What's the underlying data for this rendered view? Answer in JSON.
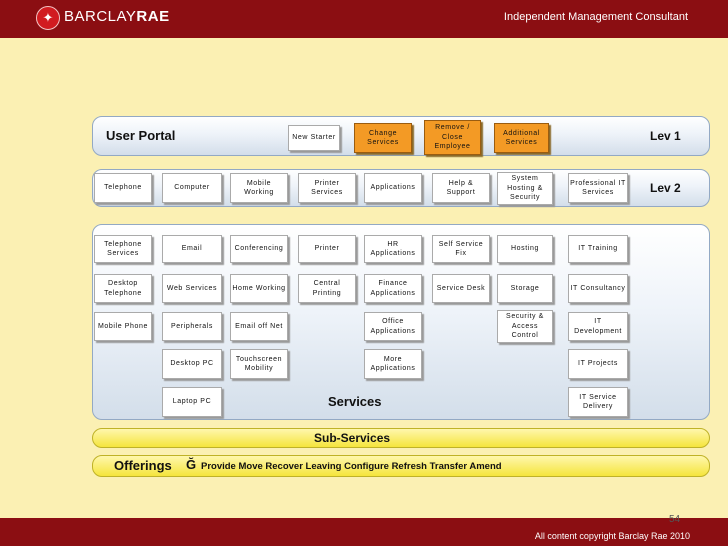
{
  "header": {
    "brand_light": "BARCLAY",
    "brand_bold": "RAE",
    "tagline": "Independent Management Consultant"
  },
  "user_portal": {
    "label": "User Portal",
    "level": "Lev 1",
    "items": [
      "New Starter",
      "Change Services",
      "Remove / Close Employee",
      "Additional Services"
    ]
  },
  "level2": {
    "level": "Lev 2",
    "items": [
      "Telephone",
      "Computer",
      "Mobile Working",
      "Printer Services",
      "Applications",
      "Help & Support",
      "System Hosting & Security",
      "Professional IT Services"
    ]
  },
  "services": {
    "label": "Services",
    "items": [
      "Telephone Services",
      "Email",
      "Conferencing",
      "Printer",
      "HR Applications",
      "Self Service Fix",
      "Hosting",
      "IT Training",
      "Desktop Telephone",
      "Web Services",
      "Home Working",
      "Central Printing",
      "Finance Applications",
      "Service Desk",
      "Storage",
      "IT Consultancy",
      "Mobile Phone",
      "Peripherals",
      "Email off Net",
      "Office Applications",
      "Security & Access Control",
      "IT Development",
      "Desktop PC",
      "Touchscreen Mobility",
      "More Applications",
      "IT Projects",
      "Laptop PC",
      "IT Service Delivery"
    ]
  },
  "sub_services": {
    "label": "Sub-Services"
  },
  "offerings": {
    "label": "Offerings",
    "glyph": "Ğ",
    "text": "Provide Move Recover Leaving Configure Refresh Transfer Amend"
  },
  "footer": {
    "page_number": "54",
    "copyright": "All content copyright Barclay Rae 2010"
  },
  "colors": {
    "brand_red": "#8b0e12",
    "background": "#fbf0b3",
    "orange_box": "#f39a25",
    "blue_box": "#3d62aa",
    "band_yellow": "#f5e53c"
  }
}
